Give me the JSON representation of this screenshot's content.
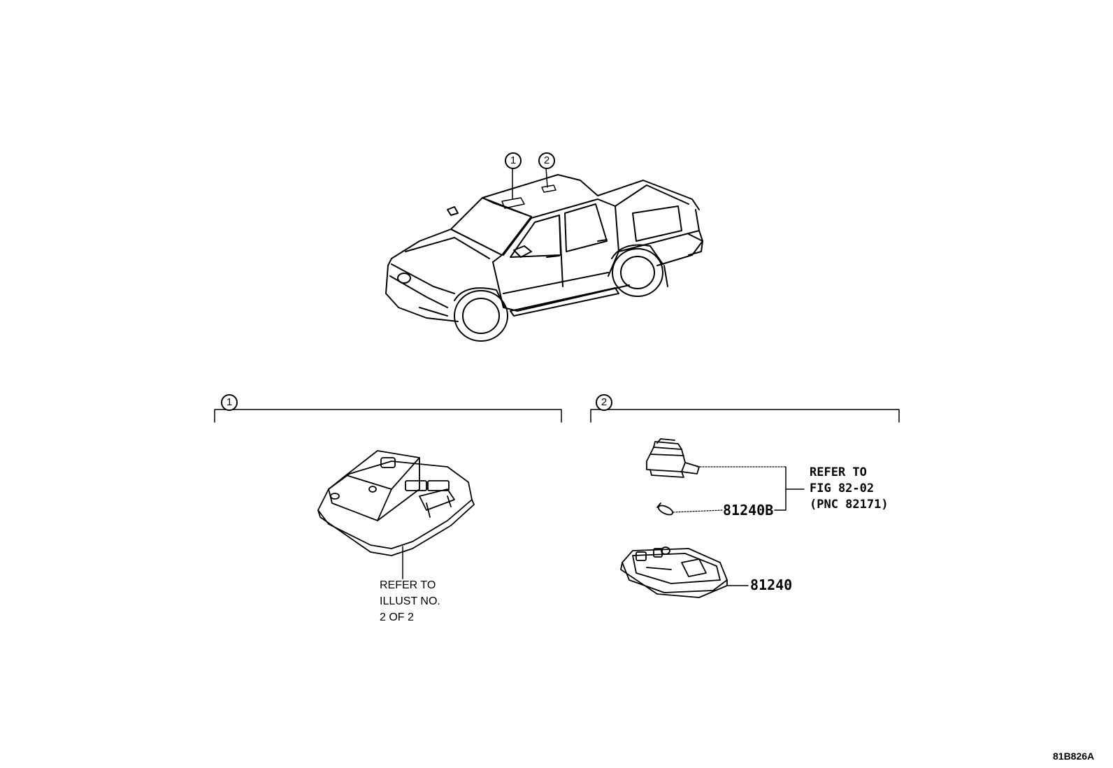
{
  "callouts": {
    "top_1": "1",
    "top_2": "2",
    "section_1": "1",
    "section_2": "2"
  },
  "section_1": {
    "refer_line1": "REFER TO",
    "refer_line2": "ILLUST NO.",
    "refer_line3": "2 OF 2"
  },
  "section_2": {
    "refer_line1": "REFER TO",
    "refer_line2": "FIG 82-02",
    "refer_line3": "(PNC 82171)",
    "part_bulb": "81240B",
    "part_lamp": "81240"
  },
  "figure_code": "81B826A"
}
